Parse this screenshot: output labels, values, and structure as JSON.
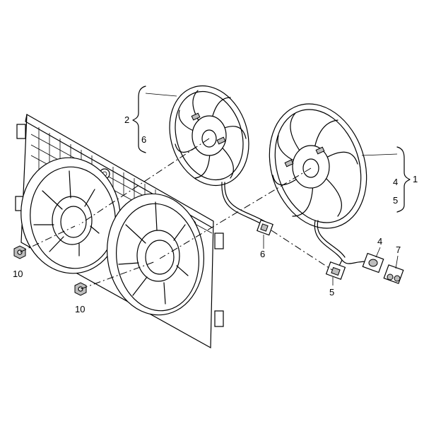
{
  "callouts": {
    "bracket_left_2": "2",
    "bracket_left_6": "6",
    "bracket_right_4": "4",
    "bracket_right_5": "5",
    "bracket_right_1": "1",
    "connector_6": "6",
    "connector_5": "5",
    "connector_4": "4",
    "connector_7": "7",
    "nut_left": "10",
    "nut_center": "10"
  }
}
